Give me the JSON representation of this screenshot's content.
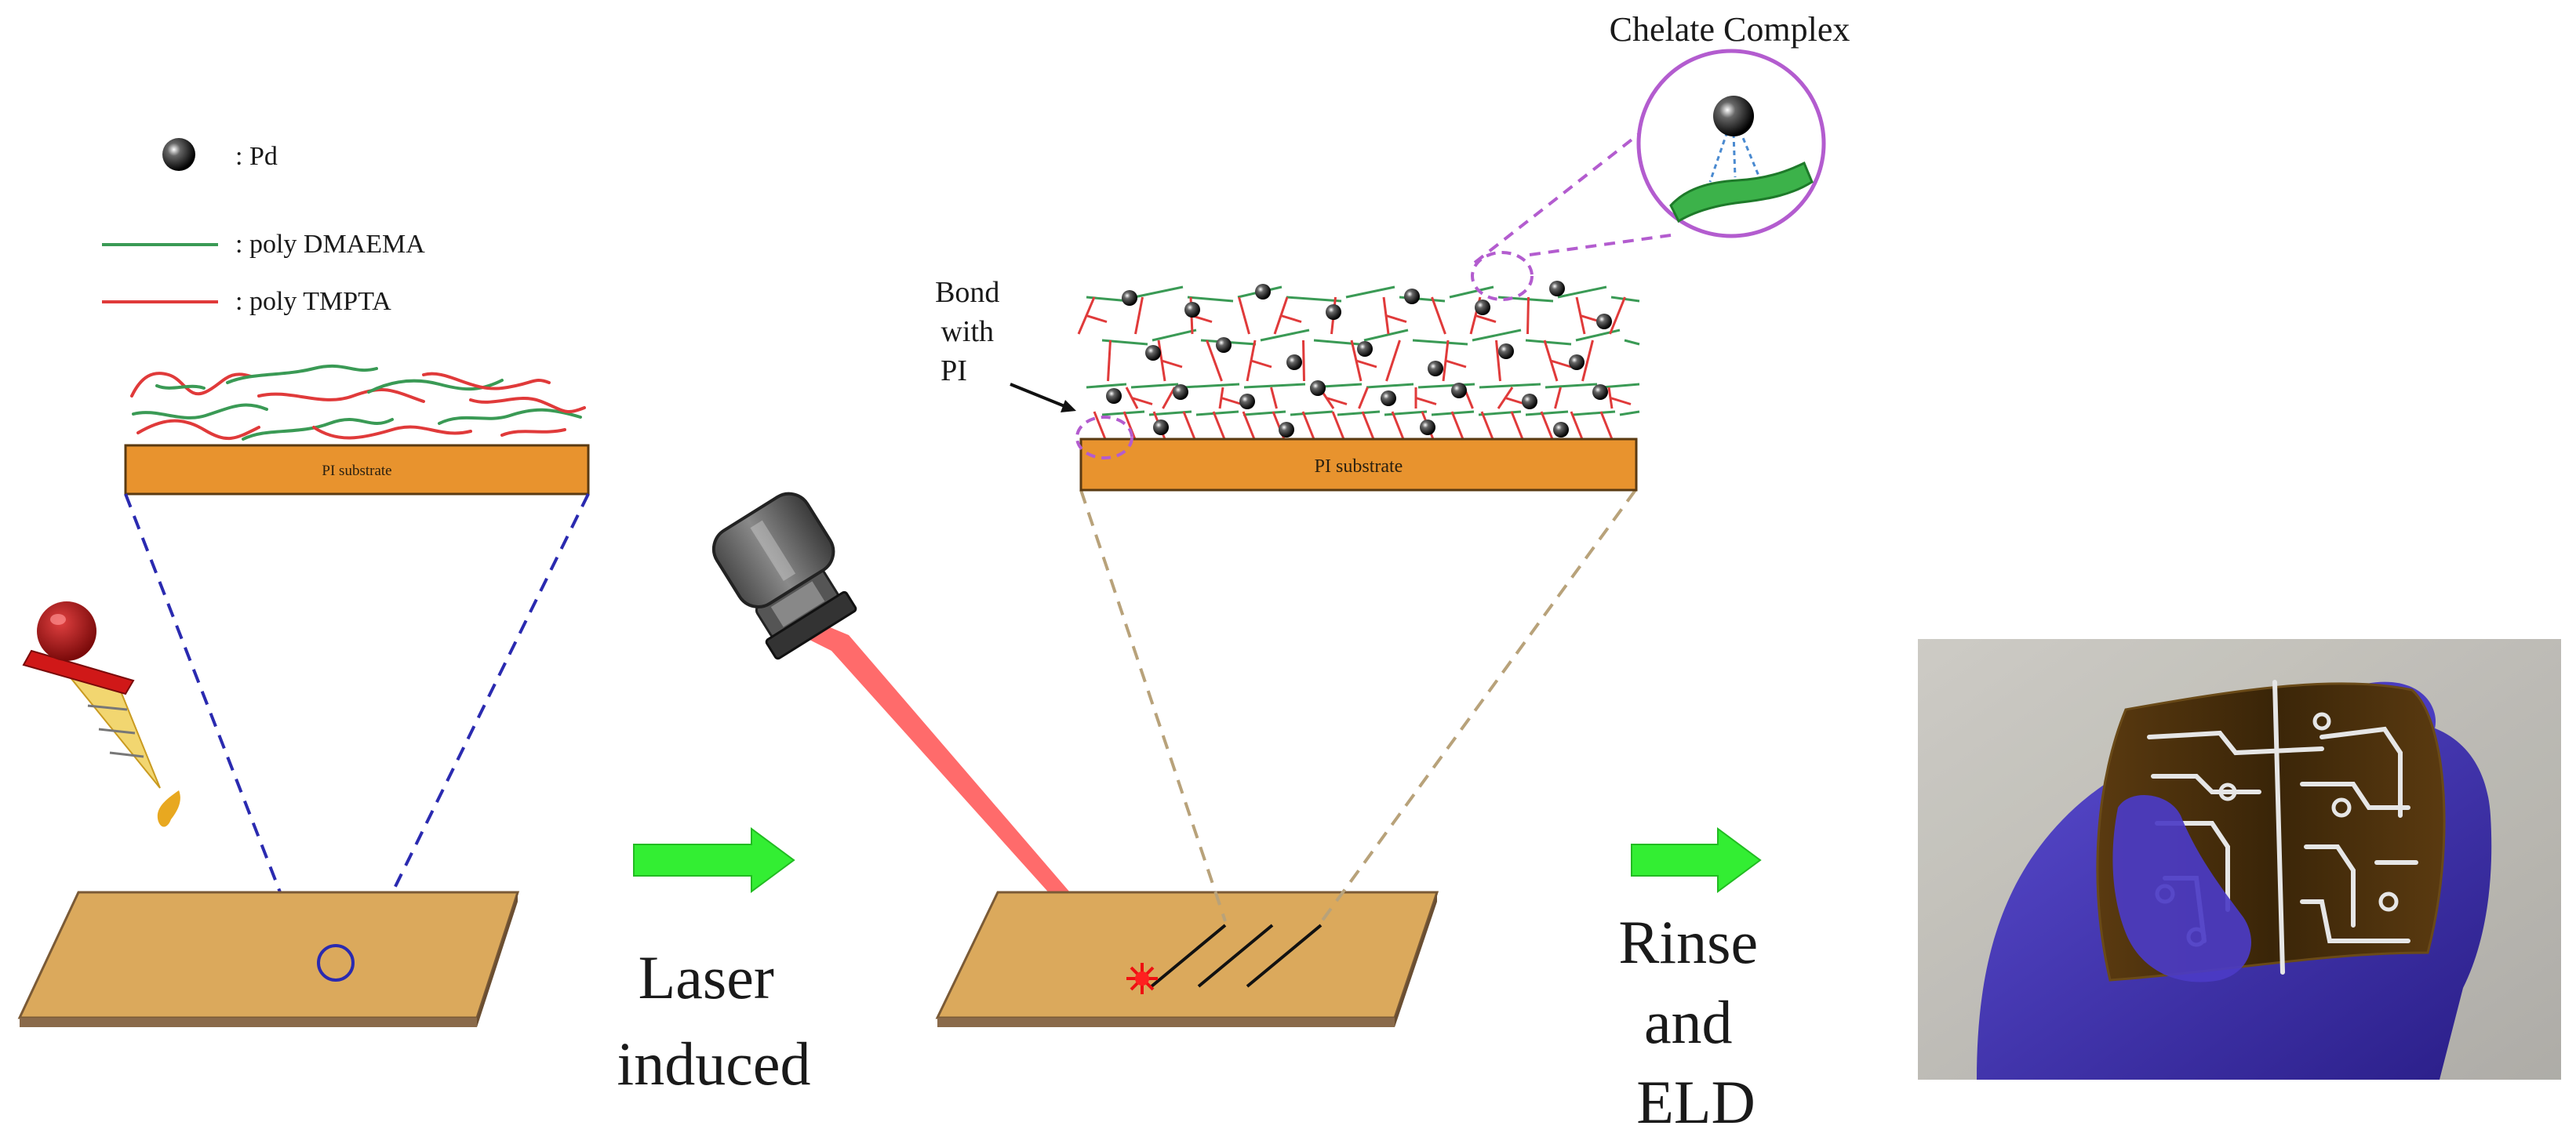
{
  "legend": {
    "pd_label": ": Pd",
    "dmaema_label": ": poly DMAEMA",
    "tmpta_label": ": poly TMPTA"
  },
  "substrate_left_label": "PI substrate",
  "substrate_right_label": "PI substrate",
  "chelate_label": "Chelate Complex",
  "bond_label": [
    "Bond",
    "with",
    "PI"
  ],
  "step1_label": [
    "Laser",
    "induced"
  ],
  "step2_label": [
    "Rinse",
    "and",
    "ELD"
  ],
  "colors": {
    "pi_orange": "#e8932e",
    "board": "#dba95c",
    "board_edge": "#8a6a4a",
    "dmaema": "#3a9a55",
    "tmpta": "#e03a3a",
    "arrow": "#33ee33",
    "cone_blue": "#2a2ab0",
    "cone_tan": "#b8a27a",
    "chelate_purple": "#b35ccf",
    "laser_red": "#ee2222",
    "glove": "#3c2ea8"
  },
  "icons": [
    "pd-particle-icon",
    "dropper-icon",
    "laser-head-icon",
    "laser-spot-icon",
    "process-arrow-icon"
  ]
}
